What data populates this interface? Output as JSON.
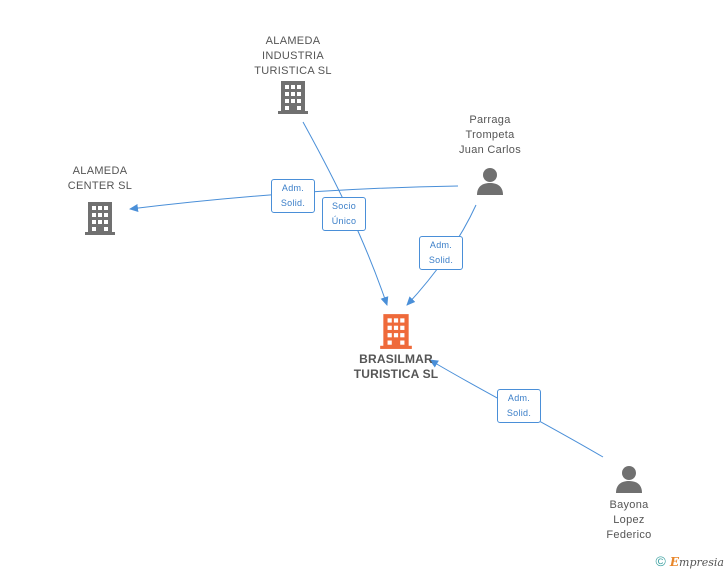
{
  "colors": {
    "edge": "#4a8fd8",
    "company_icon": "#707070",
    "main_company_icon": "#ef6a3a",
    "person_icon": "#707070"
  },
  "nodes": {
    "main": {
      "label": "BRASILMAR\nTURISTICA SL",
      "icon": "building-icon"
    },
    "alameda_industria": {
      "label": "ALAMEDA\nINDUSTRIA\nTURISTICA  SL",
      "icon": "building-icon"
    },
    "alameda_center": {
      "label": "ALAMEDA\nCENTER  SL",
      "icon": "building-icon"
    },
    "parraga": {
      "label": "Parraga\nTrompeta\nJuan Carlos",
      "icon": "person-icon"
    },
    "bayona": {
      "label": "Bayona\nLopez\nFederico",
      "icon": "person-icon"
    }
  },
  "edges": {
    "parraga_to_center": {
      "label": "Adm.\nSolid."
    },
    "industria_to_main": {
      "label": "Socio\nÚnico"
    },
    "parraga_to_main": {
      "label": "Adm.\nSolid."
    },
    "bayona_to_main": {
      "label": "Adm.\nSolid."
    }
  },
  "brand": {
    "copyright": "©",
    "first_letter": "E",
    "rest": "mpresia"
  }
}
